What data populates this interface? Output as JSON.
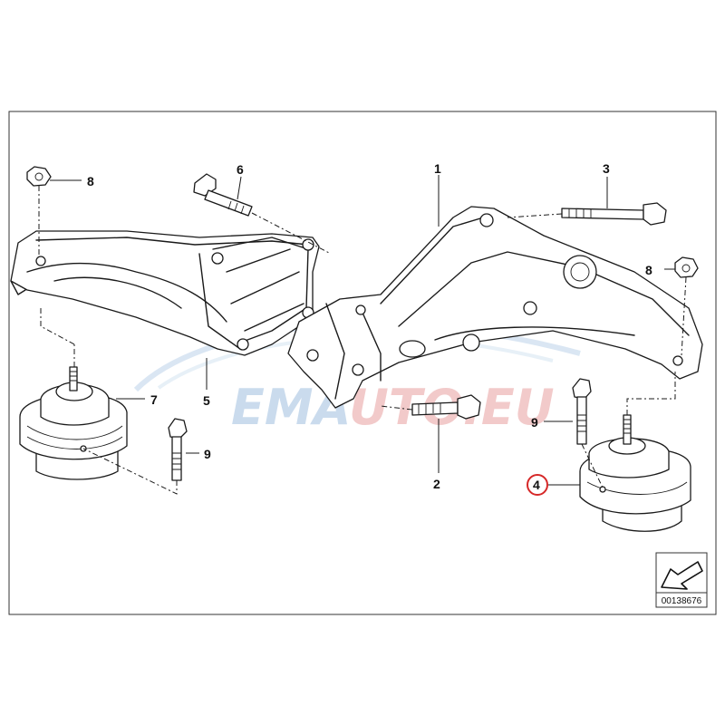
{
  "diagram": {
    "callouts": {
      "c1": "1",
      "c2": "2",
      "c3": "3",
      "c4": "4",
      "c5": "5",
      "c6": "6",
      "c7": "7",
      "c8_left": "8",
      "c8_right": "8",
      "c9_left": "9",
      "c9_right": "9"
    },
    "highlight_color": "#d62828",
    "doc_number": "00138676",
    "watermark": {
      "text_part1": "EMA",
      "text_part2": "UTO.EU",
      "color_blue": "#9fbfdf",
      "color_red": "#e8a0a0"
    }
  }
}
